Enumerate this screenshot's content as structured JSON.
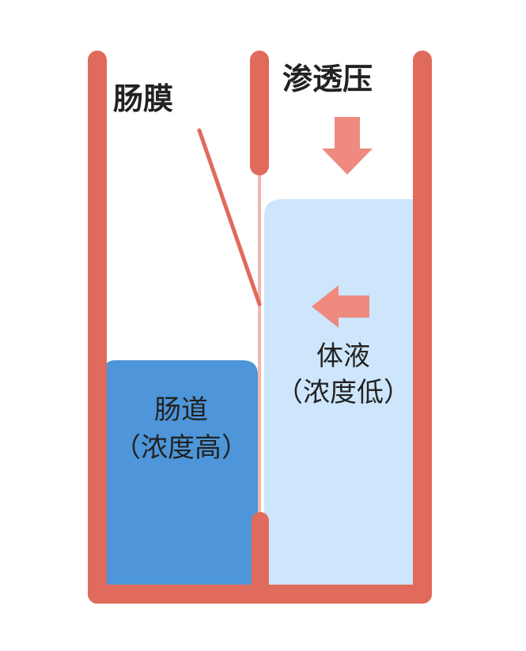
{
  "labels": {
    "membrane": "肠膜",
    "osmotic_pressure": "渗透压",
    "intestine_line1": "肠道",
    "intestine_line2": "（浓度高）",
    "body_fluid_line1": "体液",
    "body_fluid_line2": "（浓度低）"
  },
  "colors": {
    "container": "#E06B5C",
    "arrow": "#EE8A7E",
    "intestine_fill": "#4E95D9",
    "body_fluid_fill": "#CDE6FB",
    "membrane_line": "#F2B7AE",
    "text": "#222222"
  },
  "icons": {
    "down_arrow": "arrow-down-icon",
    "left_arrow": "arrow-left-icon"
  }
}
